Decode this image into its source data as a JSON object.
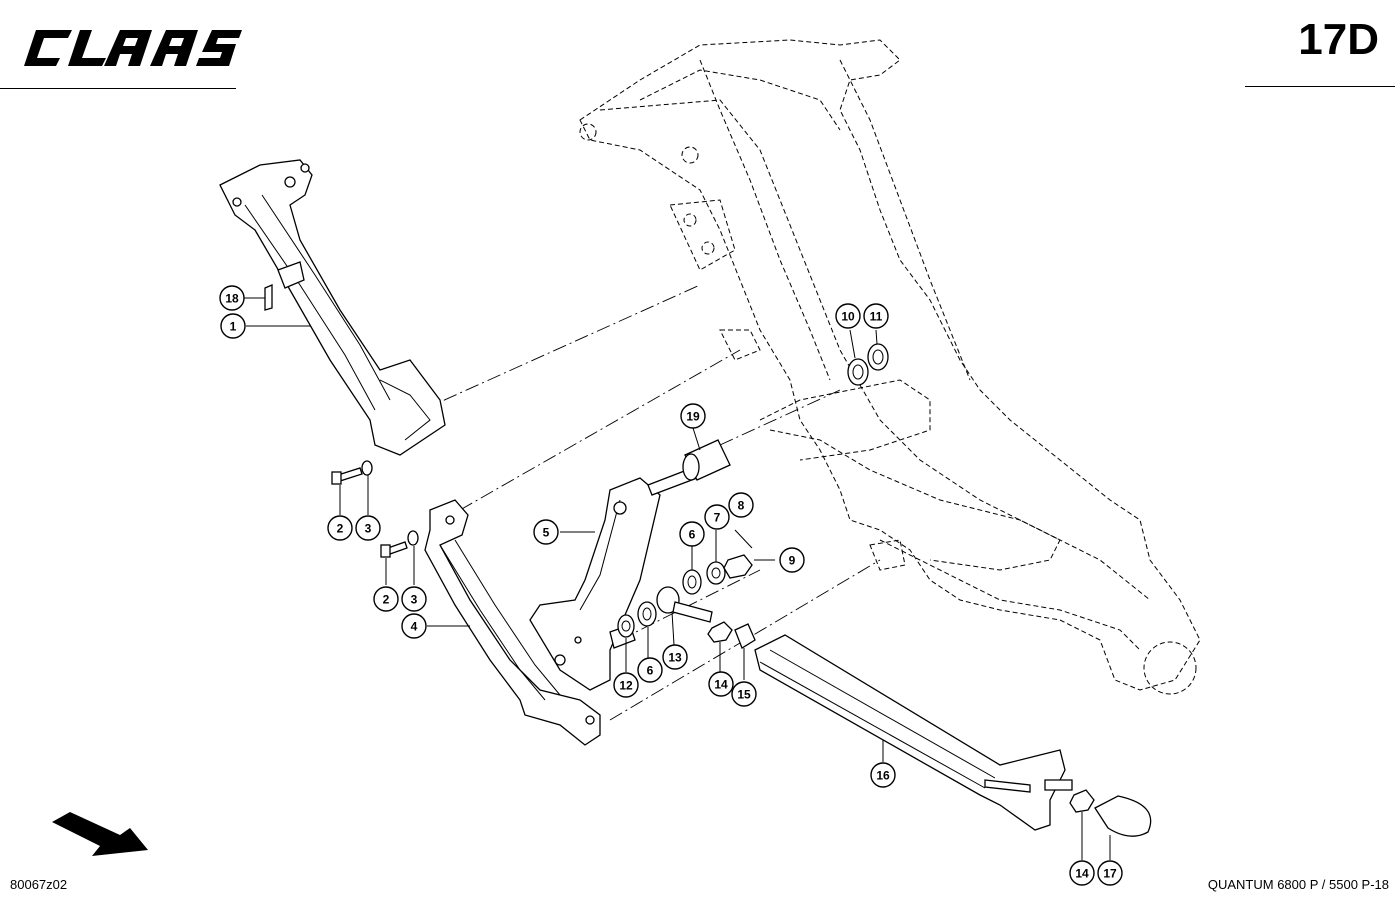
{
  "header": {
    "brand": "CLAAS",
    "page_number": "17D"
  },
  "footer": {
    "drawing_code": "80067z02",
    "model": "QUANTUM 6800 P / 5500 P-18"
  },
  "callouts": [
    {
      "label": "18"
    },
    {
      "label": "1"
    },
    {
      "label": "2"
    },
    {
      "label": "3"
    },
    {
      "label": "2"
    },
    {
      "label": "3"
    },
    {
      "label": "4"
    },
    {
      "label": "5"
    },
    {
      "label": "19"
    },
    {
      "label": "10"
    },
    {
      "label": "11"
    },
    {
      "label": "6"
    },
    {
      "label": "7"
    },
    {
      "label": "8"
    },
    {
      "label": "9"
    },
    {
      "label": "12"
    },
    {
      "label": "6"
    },
    {
      "label": "13"
    },
    {
      "label": "14"
    },
    {
      "label": "15"
    },
    {
      "label": "16"
    },
    {
      "label": "14"
    },
    {
      "label": "17"
    }
  ],
  "icons": {
    "direction": "travel-direction-arrow-icon"
  }
}
